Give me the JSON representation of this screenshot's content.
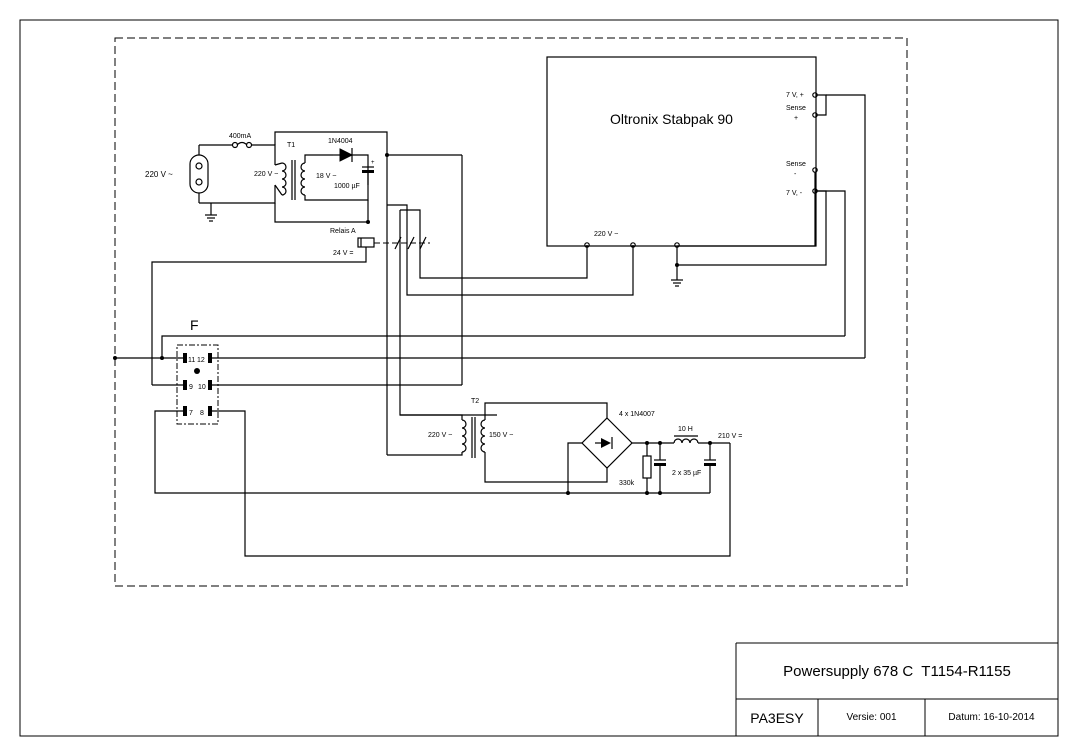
{
  "labels": {
    "mains_in": "220 V ~",
    "fuse": "400mA",
    "t1": "T1",
    "t1_primary": "220 V ~",
    "t1_secondary": "18 V ~",
    "diode": "1N4004",
    "cap1": "1000 µF",
    "relay": "Relais A",
    "relay_voltage": "24  V =",
    "module_title": "Oltronix Stabpak 90",
    "out_plus": "7 V, +",
    "sense_plus_1": "Sense",
    "sense_plus_2": "+",
    "sense_minus_1": "Sense",
    "sense_minus_2": "-",
    "out_minus": "7 V, -",
    "module_ac": "220 V ~",
    "connector": "F",
    "pin11": "11",
    "pin12": "12",
    "pin9": "9",
    "pin10": "10",
    "pin7": "7",
    "pin8": "8",
    "t2": "T2",
    "t2_primary": "220 V ~",
    "t2_secondary": "150 V ~",
    "bridge": "4 x 1N4007",
    "choke": "10 H",
    "hv_out": "210 V =",
    "resistor": "330k",
    "caps2": "2 x 35 µF",
    "plus": "+"
  },
  "title_block": {
    "title": "Powersupply 678 C  T1154-R1155",
    "author": "PA3ESY",
    "version": "Versie: 001",
    "date": "Datum: 16-10-2014"
  }
}
